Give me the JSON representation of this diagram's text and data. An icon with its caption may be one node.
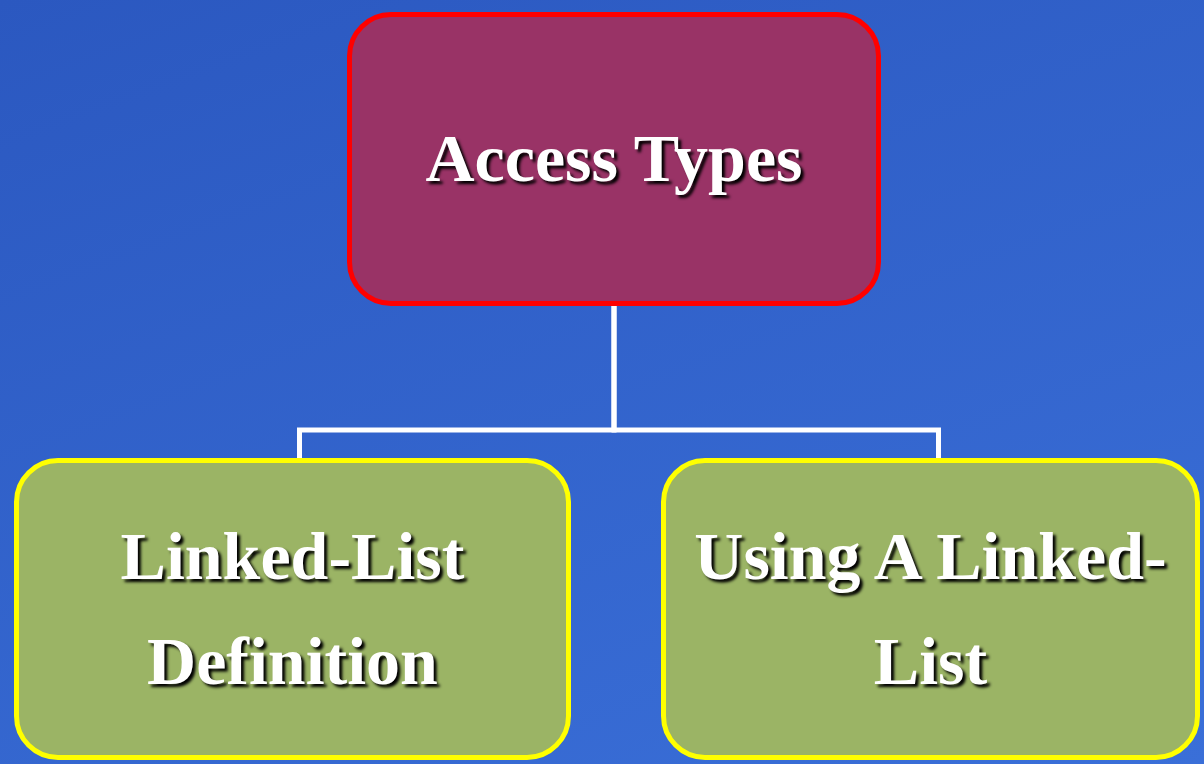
{
  "diagram": {
    "nodes": [
      {
        "text": [
          "Access Types"
        ]
      },
      {
        "text": [
          "Linked-List Definition"
        ]
      },
      {
        "text": [
          "Using A Linked-List"
        ]
      }
    ],
    "edges": [
      {
        "from": 0,
        "to": 1,
        "arrow": "none"
      },
      {
        "from": 0,
        "to": 2,
        "arrow": "none"
      }
    ]
  }
}
